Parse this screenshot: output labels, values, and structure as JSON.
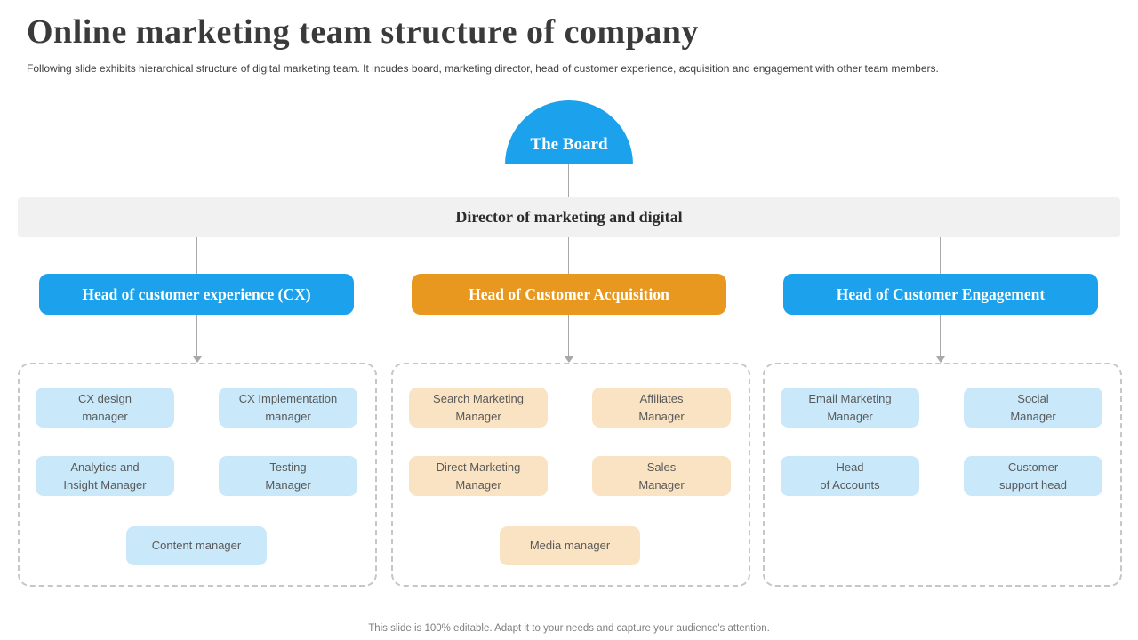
{
  "slide": {
    "title": "Online marketing team structure of company",
    "subtitle": "Following slide exhibits hierarchical structure of digital marketing team. It incudes board, marketing director, head of customer experience, acquisition and engagement with other team members.",
    "footer": "This slide is 100% editable. Adapt it to your needs and capture your audience's attention."
  },
  "colors": {
    "primary_blue": "#1CA2EC",
    "accent_orange": "#E8981E",
    "light_blue_box": "#C9E8FA",
    "tan_box": "#FAE3C2",
    "director_bar_bg": "#F1F1F1",
    "connector_gray": "#A8A8A8"
  },
  "org": {
    "board": {
      "label": "The Board"
    },
    "director": {
      "label": "Director of marketing and digital"
    },
    "heads": [
      {
        "label": "Head of customer experience (CX)"
      },
      {
        "label": "Head of Customer Acquisition"
      },
      {
        "label": "Head of Customer Engagement"
      }
    ],
    "columns": [
      {
        "roles": [
          {
            "lines": [
              "CX design",
              "manager"
            ]
          },
          {
            "lines": [
              "CX Implementation",
              "manager"
            ]
          },
          {
            "lines": [
              "Analytics and",
              "Insight Manager"
            ]
          },
          {
            "lines": [
              "Testing",
              "Manager"
            ]
          },
          {
            "lines": [
              "Content manager"
            ]
          }
        ]
      },
      {
        "roles": [
          {
            "lines": [
              "Search Marketing",
              "Manager"
            ]
          },
          {
            "lines": [
              "Affiliates",
              "Manager"
            ]
          },
          {
            "lines": [
              "Direct Marketing",
              "Manager"
            ]
          },
          {
            "lines": [
              "Sales",
              "Manager"
            ]
          },
          {
            "lines": [
              "Media manager"
            ]
          }
        ]
      },
      {
        "roles": [
          {
            "lines": [
              "Email Marketing",
              "Manager"
            ]
          },
          {
            "lines": [
              "Social",
              "Manager"
            ]
          },
          {
            "lines": [
              "Head",
              "of Accounts"
            ]
          },
          {
            "lines": [
              "Customer",
              "support head"
            ]
          }
        ]
      }
    ]
  }
}
